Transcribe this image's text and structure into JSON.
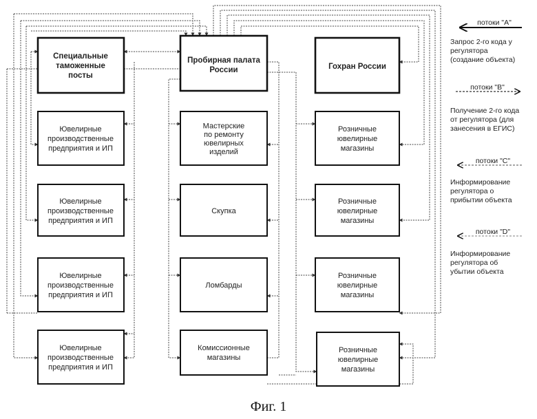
{
  "figure_caption": "Фиг. 1",
  "nodes": {
    "customs": "Специальные\nтаможенные\nпосты",
    "assay": "Пробирная палата\nРоссии",
    "gokhran": "Гохран России",
    "jewel_1": "Ювелирные\nпроизводственные\nпредприятия и ИП",
    "jewel_2": "Ювелирные\nпроизводственные\nпредприятия и ИП",
    "jewel_3": "Ювелирные\nпроизводственные\nпредприятия и ИП",
    "jewel_4": "Ювелирные\nпроизводственные\nпредприятия и ИП",
    "repair": "Мастерские\nпо ремонту\nювелирных\nизделий",
    "buyup": "Скупка",
    "pawn": "Ломбарды",
    "commission": "Комиссионные\nмагазины",
    "retail_1": "Розничные\nювелирные\nмагазины",
    "retail_2": "Розничные\nювелирные\nмагазины",
    "retail_3": "Розничные\nювелирные\nмагазины",
    "retail_4": "Розничные\nювелирные\nмагазины"
  },
  "legend": [
    {
      "flow": "потоки \"А\"",
      "desc": "Запрос 2-го кода у\nрегулятора\n(создание объекта)",
      "color": "#111111"
    },
    {
      "flow": "потоки \"В\"",
      "desc": "Получение 2-го кода\nот регулятора (для\nзанесения в ЕГИС)",
      "color": "#555555"
    },
    {
      "flow": "потоки \"С\"",
      "desc": "Информирование\nрегулятора о\nприбытии объекта",
      "color": "#888888"
    },
    {
      "flow": "потоки \"D\"",
      "desc": "Информирование\nрегулятора об\nубытии объекта",
      "color": "#aaaaaa"
    }
  ]
}
